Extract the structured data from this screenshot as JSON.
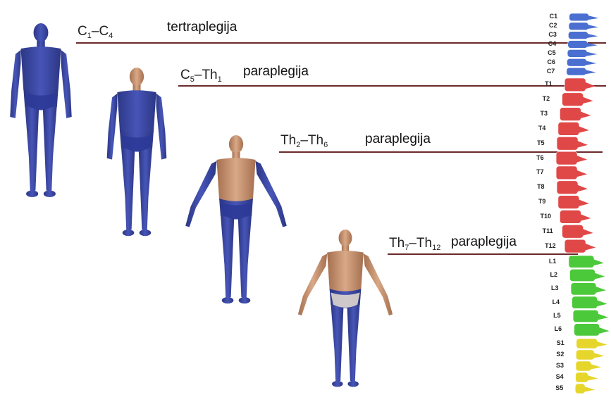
{
  "levels": [
    {
      "from": "C",
      "from_sub": "1",
      "to": "C",
      "to_sub": "4",
      "label": "tertraplegija"
    },
    {
      "from": "C",
      "from_sub": "5",
      "to": "Th",
      "to_sub": "1",
      "label": "paraplegija"
    },
    {
      "from": "Th",
      "from_sub": "2",
      "to": "Th",
      "to_sub": "6",
      "label": "paraplegija"
    },
    {
      "from": "Th",
      "from_sub": "7",
      "to": "Th",
      "to_sub": "12",
      "label": "paraplegija"
    }
  ],
  "vertebrae": {
    "cervical": [
      "C1",
      "C2",
      "C3",
      "C4",
      "C5",
      "C6",
      "C7"
    ],
    "thoracic": [
      "T1",
      "T2",
      "T3",
      "T4",
      "T5",
      "T6",
      "T7",
      "T8",
      "T9",
      "T10",
      "T11",
      "T12"
    ],
    "lumbar": [
      "L1",
      "L2",
      "L3",
      "L4",
      "L5",
      "L6"
    ],
    "sacral": [
      "S1",
      "S2",
      "S3",
      "S4",
      "S5"
    ]
  },
  "colors": {
    "paralyzed": "#3b4aa6",
    "skin": "#c9936e",
    "cervical": "#4a6fd0",
    "thoracic": "#e04848",
    "lumbar": "#4cc93a",
    "sacral": "#e6d62c",
    "line": "#6b2a2a"
  }
}
